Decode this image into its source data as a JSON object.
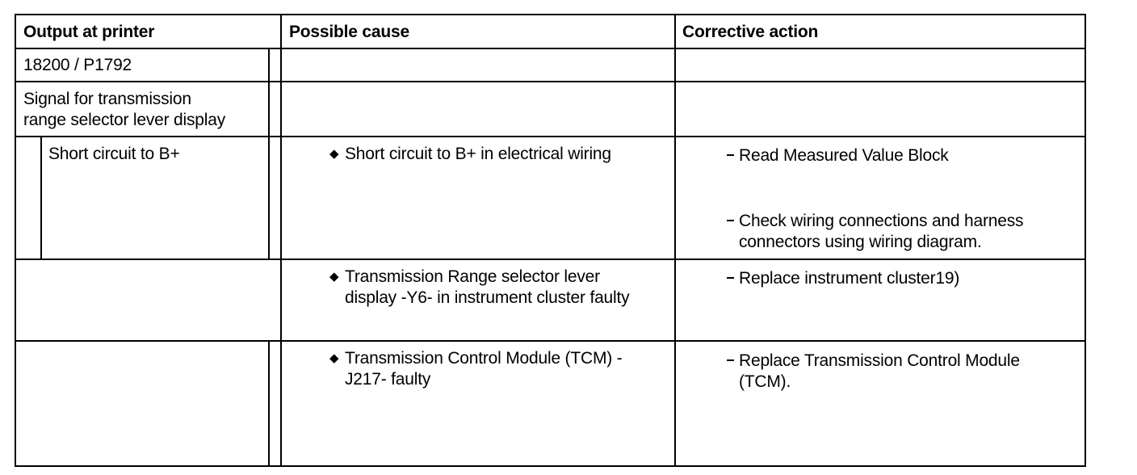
{
  "table": {
    "headers": {
      "output": "Output at printer",
      "cause": "Possible cause",
      "action": "Corrective action"
    },
    "code": "18200 / P1792",
    "signal": {
      "line1": "Signal for transmission",
      "line2": "range selector lever display"
    },
    "condition": "Short circuit to B+",
    "rows": [
      {
        "cause_lines": [
          "Short circuit to B+ in electrical wiring"
        ],
        "actions": [
          {
            "lines": [
              "Read Measured Value Block"
            ]
          },
          {
            "lines": [
              "Check wiring connections and harness",
              "connectors using wiring diagram."
            ]
          }
        ]
      },
      {
        "cause_lines": [
          "Transmission Range selector lever",
          "display -Y6- in instrument cluster faulty"
        ],
        "actions": [
          {
            "lines": [
              "Replace instrument cluster19)"
            ]
          }
        ]
      },
      {
        "cause_lines": [
          "Transmission Control Module (TCM) -",
          "J217- faulty"
        ],
        "actions": [
          {
            "lines": [
              "Replace Transmission Control Module",
              "(TCM)."
            ]
          }
        ]
      }
    ]
  }
}
